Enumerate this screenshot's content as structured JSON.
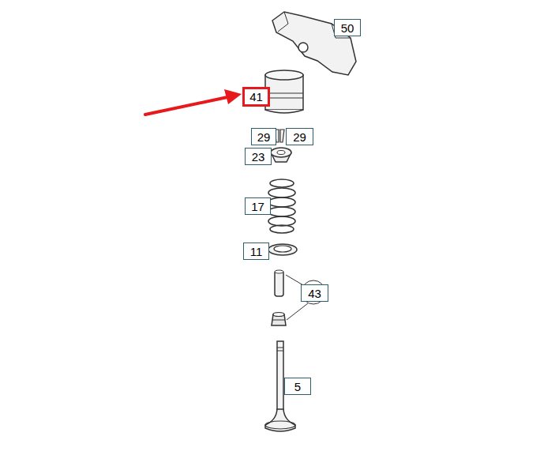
{
  "diagram": {
    "nodes": [
      {
        "text": [
          "50"
        ]
      },
      {
        "text": [
          "41"
        ]
      },
      {
        "text": [
          "29"
        ]
      },
      {
        "text": [
          "29"
        ]
      },
      {
        "text": [
          "23"
        ]
      },
      {
        "text": [
          "17"
        ]
      },
      {
        "text": [
          "11"
        ]
      },
      {
        "text": [
          "43"
        ]
      },
      {
        "text": [
          "5"
        ]
      }
    ]
  }
}
